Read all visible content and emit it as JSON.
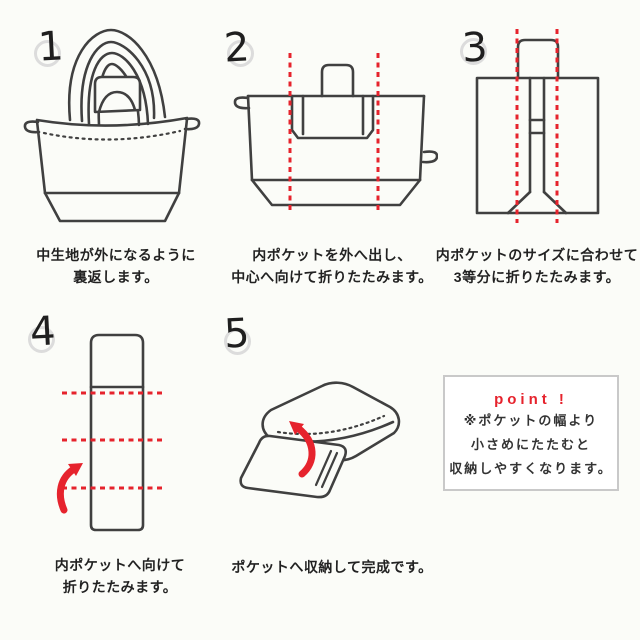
{
  "palette": {
    "background": "#fbfcf8",
    "line_art": "#404040",
    "accent_red": "#e6232d",
    "number_ring_gray": "#dcdcdc",
    "point_box_border": "#c9c9c9",
    "text": "#222222"
  },
  "steps": [
    {
      "number": "1",
      "illustration": "tote-bag-inside-out",
      "caption_lines": [
        "中生地が外になるように",
        "裏返します。"
      ]
    },
    {
      "number": "2",
      "illustration": "inner-pocket-out-fold-to-center",
      "caption_lines": [
        "内ポケットを外へ出し、",
        "中心へ向けて折りたたみます。"
      ]
    },
    {
      "number": "3",
      "illustration": "fold-in-thirds-to-pocket-width",
      "caption_lines": [
        "内ポケットのサイズに合わせて",
        "3等分に折りたたみます。"
      ]
    },
    {
      "number": "4",
      "illustration": "fold-up-toward-inner-pocket",
      "caption_lines": [
        "内ポケットへ向けて",
        "折りたたみます。"
      ]
    },
    {
      "number": "5",
      "illustration": "tuck-into-pocket-complete",
      "caption_lines": [
        "ポケットへ収納して完成です。"
      ]
    }
  ],
  "point_box": {
    "title": "point !",
    "lines": [
      "※ポケットの幅より",
      "小さめにたたむと",
      "収納しやすくなります。"
    ]
  }
}
